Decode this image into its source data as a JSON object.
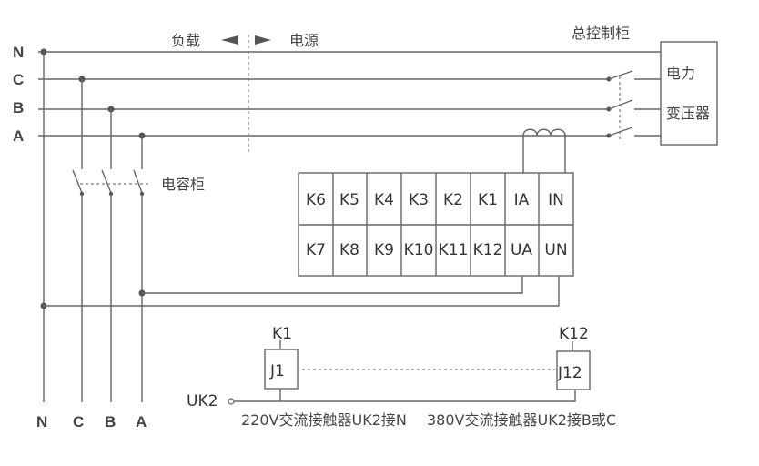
{
  "bus_labels_left": [
    "N",
    "C",
    "B",
    "A"
  ],
  "bus_labels_bottom": [
    "N",
    "C",
    "B",
    "A"
  ],
  "top": {
    "load": "负载",
    "source": "电源",
    "main_cabinet": "总控制柜"
  },
  "transformer": {
    "line1": "电力",
    "line2": "变压器"
  },
  "capacitor_cabinet": "电容柜",
  "terminals": {
    "row1": [
      "K6",
      "K5",
      "K4",
      "K3",
      "K2",
      "K1",
      "IA",
      "IN"
    ],
    "row2": [
      "K7",
      "K8",
      "K9",
      "K10",
      "K11",
      "K12",
      "UA",
      "UN"
    ]
  },
  "contactors": {
    "left": {
      "terminal": "K1",
      "coil": "J1"
    },
    "right": {
      "terminal": "K12",
      "coil": "J12"
    },
    "common": "UK2",
    "note_220": "220V交流接触器UK2接N",
    "note_380": "380V交流接触器UK2接B或C"
  },
  "colors": {
    "line": "#666666",
    "text": "#333333"
  }
}
